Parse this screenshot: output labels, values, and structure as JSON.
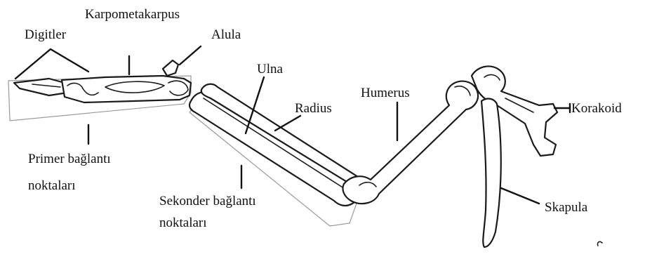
{
  "labels": {
    "karpometakarpus": "Karpometakarpus",
    "digitler": "Digitler",
    "alula": "Alula",
    "ulna": "Ulna",
    "radius": "Radius",
    "humerus": "Humerus",
    "korakoid": "Korakoid",
    "primer_line1": "Primer bağlantı",
    "primer_line2": "noktaları",
    "sekonder_line1": "Sekonder bağlantı",
    "sekonder_line2": "noktaları",
    "skapula": "Skapula"
  }
}
